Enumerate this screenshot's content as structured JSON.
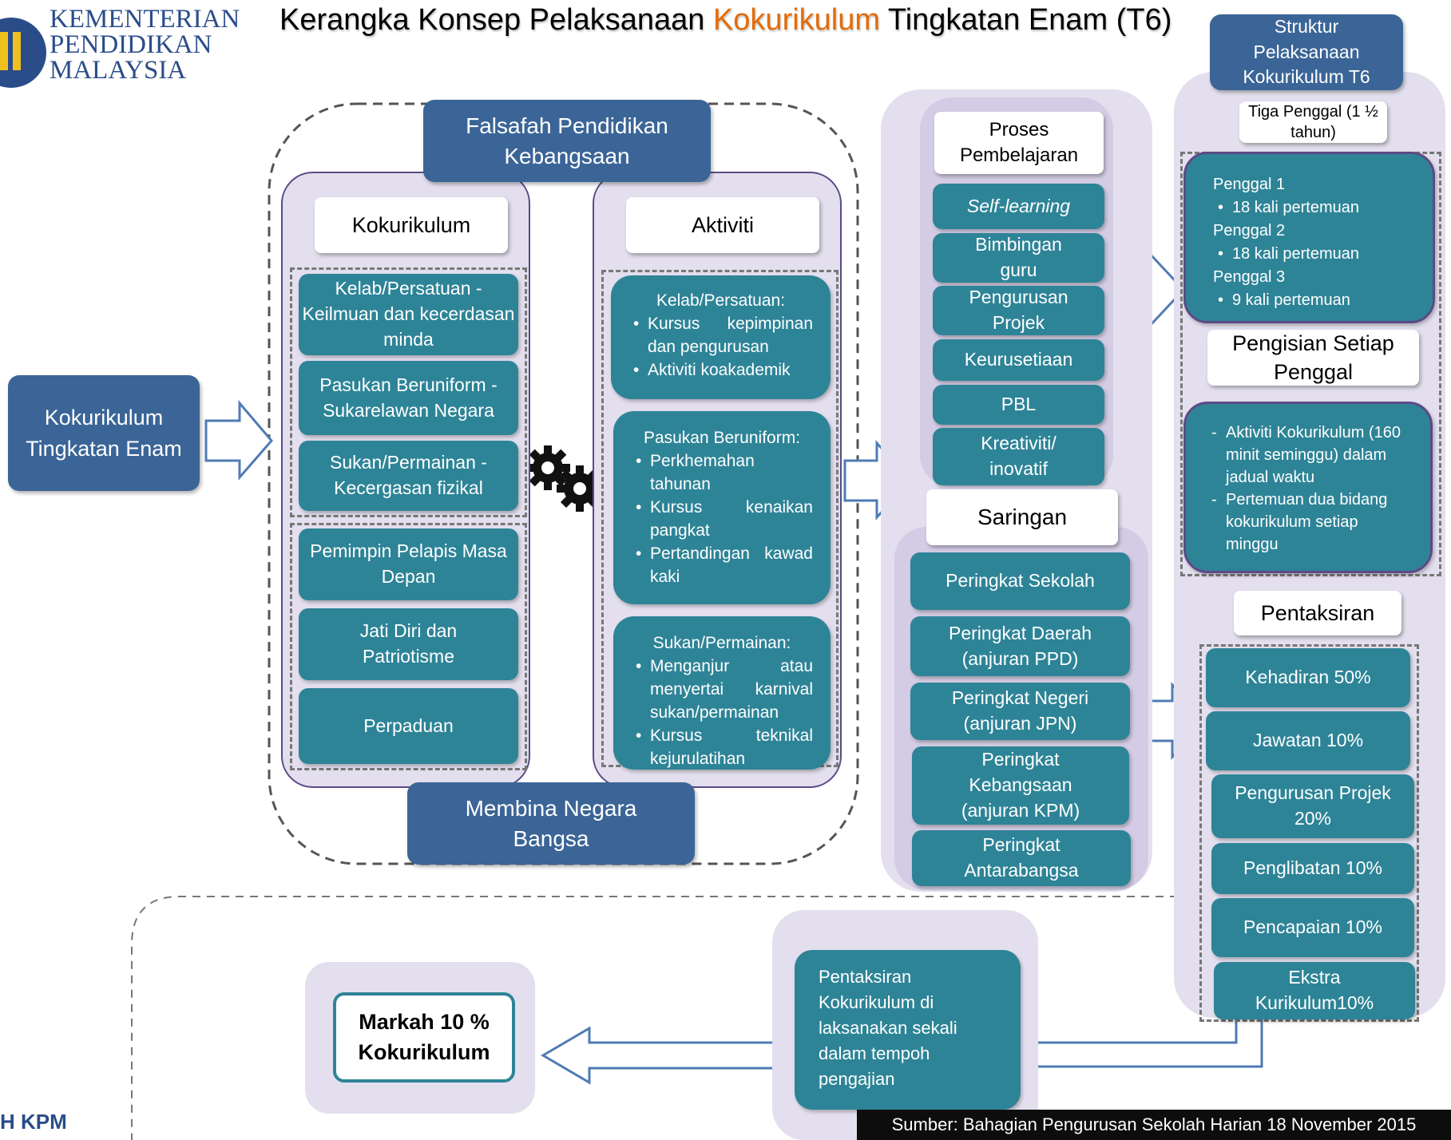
{
  "logo": {
    "line1": "KEMENTERIAN",
    "line2": "PENDIDIKAN",
    "line3": "MALAYSIA"
  },
  "title": {
    "before": "Kerangka Konsep Pelaksanaan ",
    "highlight": "Kokurikulum",
    "after": " Tingkatan Enam (T6)"
  },
  "footer_left": "H KPM",
  "source": "Sumber: Bahagian Pengurusan Sekolah Harian 18 November 2015",
  "colors": {
    "teal": "#2e8497",
    "navy": "#3b6597",
    "lavender": "#e3dfee",
    "orange": "#e36c09"
  },
  "start_box": "Kokurikulum Tingkatan Enam",
  "falsafah": "Falsafah Pendidikan Kebangsaan",
  "membina": "Membina Negara Bangsa",
  "kokurikulum": {
    "header": "Kokurikulum",
    "items": [
      "Kelab/Persatuan - Keilmuan dan kecerdasan minda",
      "Pasukan Beruniform -Sukarelawan Negara",
      "Sukan/Permainan - Kecergasan fizikal",
      "Pemimpin Pelapis Masa Depan",
      "Jati Diri dan Patriotisme",
      "Perpaduan"
    ]
  },
  "aktiviti": {
    "header": "Aktiviti",
    "groups": [
      {
        "title": "Kelab/Persatuan:",
        "bullets": [
          "Kursus kepimpinan dan pengurusan",
          "Aktiviti koakademik"
        ]
      },
      {
        "title": "Pasukan Beruniform:",
        "bullets": [
          "Perkhemahan tahunan",
          "Kursus kenaikan pangkat",
          "Pertandingan kawad kaki"
        ]
      },
      {
        "title": "Sukan/Permainan:",
        "bullets": [
          "Menganjur atau menyertai karnival sukan/permainan",
          "Kursus teknikal kejurulatihan"
        ]
      }
    ]
  },
  "proses": {
    "header": "Proses Pembelajaran",
    "items": [
      "Self-learning",
      "Bimbingan guru",
      "Pengurusan Projek",
      "Keurusetiaan",
      "PBL",
      "Kreativiti/ inovatif"
    ]
  },
  "saringan": {
    "header": "Saringan",
    "items": [
      "Peringkat Sekolah",
      "Peringkat Daerah (anjuran PPD)",
      "Peringkat Negeri (anjuran JPN)",
      "Peringkat Kebangsaan (anjuran KPM)",
      "Peringkat Antarabangsa"
    ]
  },
  "struktur": {
    "header": "Struktur Pelaksanaan Kokurikulum T6",
    "tiga_penggal": "Tiga Penggal (1 ½  tahun)",
    "penggal": [
      {
        "label": "Penggal 1",
        "detail": "18 kali pertemuan"
      },
      {
        "label": "Penggal 2",
        "detail": "18 kali pertemuan"
      },
      {
        "label": "Penggal 3",
        "detail": "9 kali pertemuan"
      }
    ],
    "pengisian_header": "Pengisian Setiap Penggal",
    "pengisian": [
      "Aktiviti Kokurikulum (160 minit seminggu) dalam jadual waktu",
      "Pertemuan dua bidang kokurikulum setiap minggu"
    ],
    "pentaksiran_header": "Pentaksiran",
    "pentaksiran": [
      "Kehadiran 50%",
      "Jawatan 10%",
      "Pengurusan Projek 20%",
      "Penglibatan 10%",
      "Pencapaian 10%",
      "Ekstra Kurikulum10%"
    ]
  },
  "pentaksiran_note": "Pentaksiran Kokurikulum di laksanakan sekali dalam tempoh pengajian",
  "markah": "Markah 10 % Kokurikulum"
}
